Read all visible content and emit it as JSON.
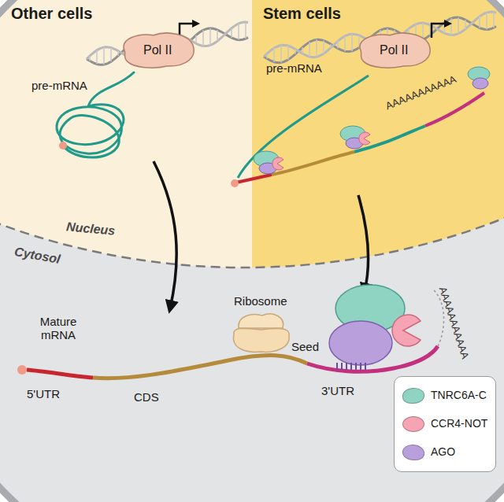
{
  "diagram": {
    "nodes": [
      {
        "text": [
          "Other cells"
        ]
      },
      {
        "text": [
          "Pol II"
        ],
        "in": 0
      },
      {
        "text": [
          "Stem cells"
        ]
      },
      {
        "text": [
          "Pol II"
        ],
        "in": 2
      },
      {
        "text": [
          "Ribosome"
        ]
      }
    ],
    "labels": [
      "pre-mRNA",
      "pre-mRNA",
      "AAAAAAAAAAA",
      "Nucleus",
      "Cytosol",
      "Mature mRNA",
      "Seed",
      "AAAAAAAAAAA",
      "5'UTR",
      "CDS",
      "3'UTR"
    ],
    "legend": [
      {
        "text": "TNRC6A-C",
        "color": "#8fd3c2"
      },
      {
        "text": "CCR4-NOT",
        "color": "#f6a3b4"
      },
      {
        "text": "AGO",
        "color": "#b9a0dc"
      }
    ]
  }
}
